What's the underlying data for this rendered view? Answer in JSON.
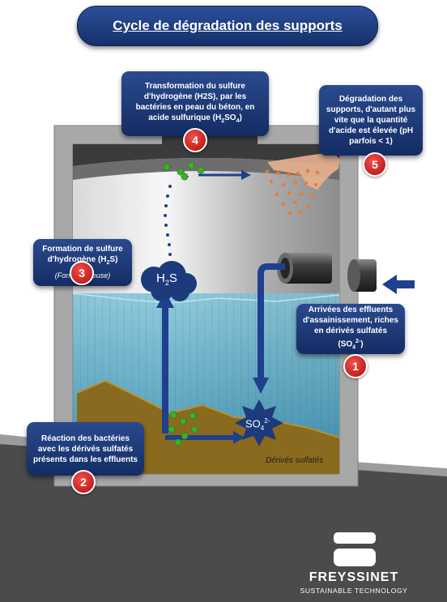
{
  "title": "Cycle de dégradation des supports",
  "steps": [
    {
      "number": "1",
      "text_before": "Arrivées des effluents d'assainissement, riches en dérivés sulfatés (SO",
      "sub": "4",
      "sup": "2-",
      "text_after": ")"
    },
    {
      "number": "2",
      "text": "Réaction des bactéries avec les dérivés sulfatés présents dans les effluents"
    },
    {
      "number": "3",
      "text_before": "Formation de sulfure d'hydrogène (H",
      "sub": "2",
      "text_after": "S)",
      "note": "(Forme gazeuse)"
    },
    {
      "number": "4",
      "text_before": "Transformation du sulfure d'hydrogène (H2S), par les bactéries en peau du béton, en acide sulfurique (H",
      "sub1": "2",
      "mid": "SO",
      "sub2": "4",
      "text_after": ")"
    },
    {
      "number": "5",
      "text": "Dégradation des supports, d'autant plus vite que la quantité d'acide est élevée (pH parfois < 1)"
    }
  ],
  "labels": {
    "h2s_main": "H",
    "h2s_sub": "2",
    "h2s_end": "S",
    "so4_main": "SO",
    "so4_sub": "4",
    "so4_sup": "2-",
    "deposit": "Dérivés sulfatés"
  },
  "brand": {
    "name": "FREYSSINET",
    "tagline": "SUSTAINABLE TECHNOLOGY"
  },
  "colors": {
    "box": "#1d3a7a",
    "badge": "#d0191c",
    "arrow": "#1f3f8f",
    "bacteria": "#3fae2a",
    "acid": "#ef7a2c",
    "sludge": "#8a6a1e",
    "water": "#3a8fb0"
  }
}
